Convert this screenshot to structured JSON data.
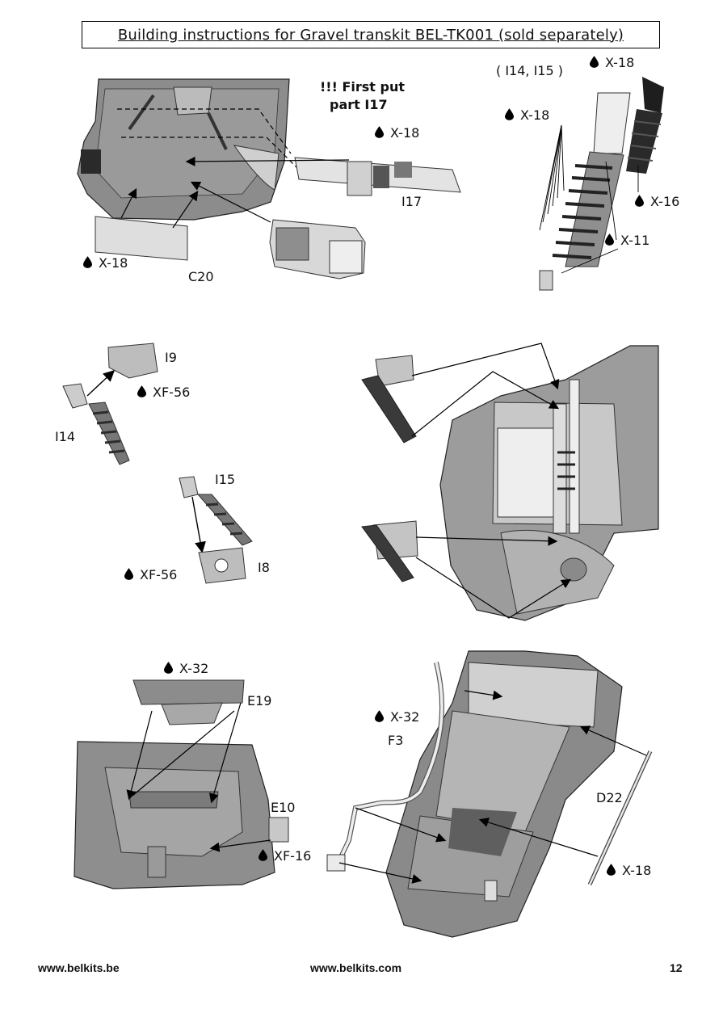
{
  "header": {
    "title": "Building instructions for Gravel transkit BEL-TK001 (sold separately)"
  },
  "step1": {
    "note_line1": "!!! First put",
    "note_line2": "part I17",
    "paint_x18_a": "X-18",
    "part_i17": "I17",
    "paint_x18_b": "X-18",
    "part_c20": "C20"
  },
  "step2": {
    "parts_ref": "( I14, I15 )",
    "paint_top": "X-18",
    "paint_left": "X-18",
    "paint_x16": "X-16",
    "paint_x11": "X-11"
  },
  "step3": {
    "part_i9": "I9",
    "paint_xf56_a": "XF-56",
    "part_i14": "I14",
    "part_i15": "I15",
    "part_i8": "I8",
    "paint_xf56_b": "XF-56"
  },
  "step4": {
    "paint_x32": "X-32",
    "part_e19": "E19",
    "part_e10": "E10",
    "paint_xf16": "XF-16"
  },
  "step5": {
    "paint_x32": "X-32",
    "part_f3": "F3",
    "part_d22": "D22",
    "paint_x18": "X-18"
  },
  "footer": {
    "left": "www.belkits.be",
    "center": "www.belkits.com",
    "page_number": "12"
  },
  "icons": {
    "paint_drop": "paint-drop-icon"
  },
  "colors": {
    "part_gray": "#8c8c8c",
    "part_light": "#d6d6d6",
    "part_dark": "#3a3a3a",
    "ink": "#000000"
  }
}
